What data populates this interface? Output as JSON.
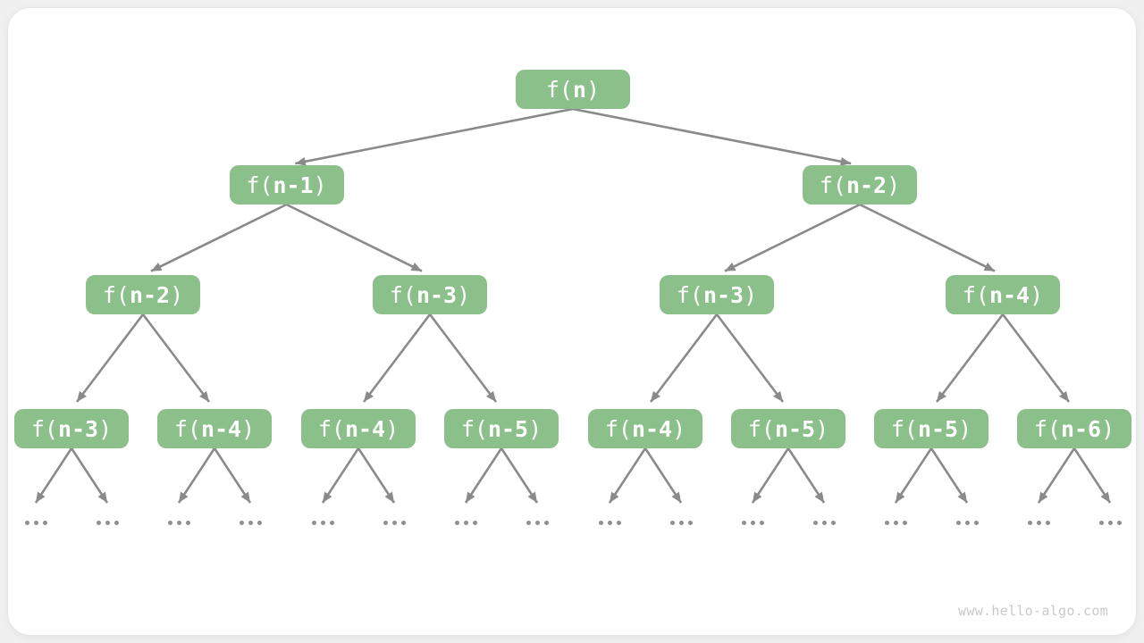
{
  "colors": {
    "page_background": "#f0f0f0",
    "canvas_background": "#ffffff",
    "canvas_border": "#e6e6e6",
    "node_fill": "#8bc08b",
    "node_text": "#ffffff",
    "edge": "#8a8a8a",
    "ellipsis_dot": "#8f8f8f",
    "watermark_text": "#c9c9c9"
  },
  "watermark": {
    "text": "www.hello-algo.com"
  },
  "ellipsis": {
    "glyph": "...",
    "per_leaf": 2
  },
  "tree": {
    "label": {
      "pre": "f(",
      "arg": "n",
      "post": ")"
    },
    "children": [
      {
        "label": {
          "pre": "f(",
          "arg": "n-1",
          "post": ")"
        },
        "children": [
          {
            "label": {
              "pre": "f(",
              "arg": "n-2",
              "post": ")"
            },
            "children": [
              {
                "label": {
                  "pre": "f(",
                  "arg": "n-3",
                  "post": ")"
                },
                "expands_to_ellipsis": true
              },
              {
                "label": {
                  "pre": "f(",
                  "arg": "n-4",
                  "post": ")"
                },
                "expands_to_ellipsis": true
              }
            ]
          },
          {
            "label": {
              "pre": "f(",
              "arg": "n-3",
              "post": ")"
            },
            "children": [
              {
                "label": {
                  "pre": "f(",
                  "arg": "n-4",
                  "post": ")"
                },
                "expands_to_ellipsis": true
              },
              {
                "label": {
                  "pre": "f(",
                  "arg": "n-5",
                  "post": ")"
                },
                "expands_to_ellipsis": true
              }
            ]
          }
        ]
      },
      {
        "label": {
          "pre": "f(",
          "arg": "n-2",
          "post": ")"
        },
        "children": [
          {
            "label": {
              "pre": "f(",
              "arg": "n-3",
              "post": ")"
            },
            "children": [
              {
                "label": {
                  "pre": "f(",
                  "arg": "n-4",
                  "post": ")"
                },
                "expands_to_ellipsis": true
              },
              {
                "label": {
                  "pre": "f(",
                  "arg": "n-5",
                  "post": ")"
                },
                "expands_to_ellipsis": true
              }
            ]
          },
          {
            "label": {
              "pre": "f(",
              "arg": "n-4",
              "post": ")"
            },
            "children": [
              {
                "label": {
                  "pre": "f(",
                  "arg": "n-5",
                  "post": ")"
                },
                "expands_to_ellipsis": true
              },
              {
                "label": {
                  "pre": "f(",
                  "arg": "n-6",
                  "post": ")"
                },
                "expands_to_ellipsis": true
              }
            ]
          }
        ]
      }
    ]
  }
}
